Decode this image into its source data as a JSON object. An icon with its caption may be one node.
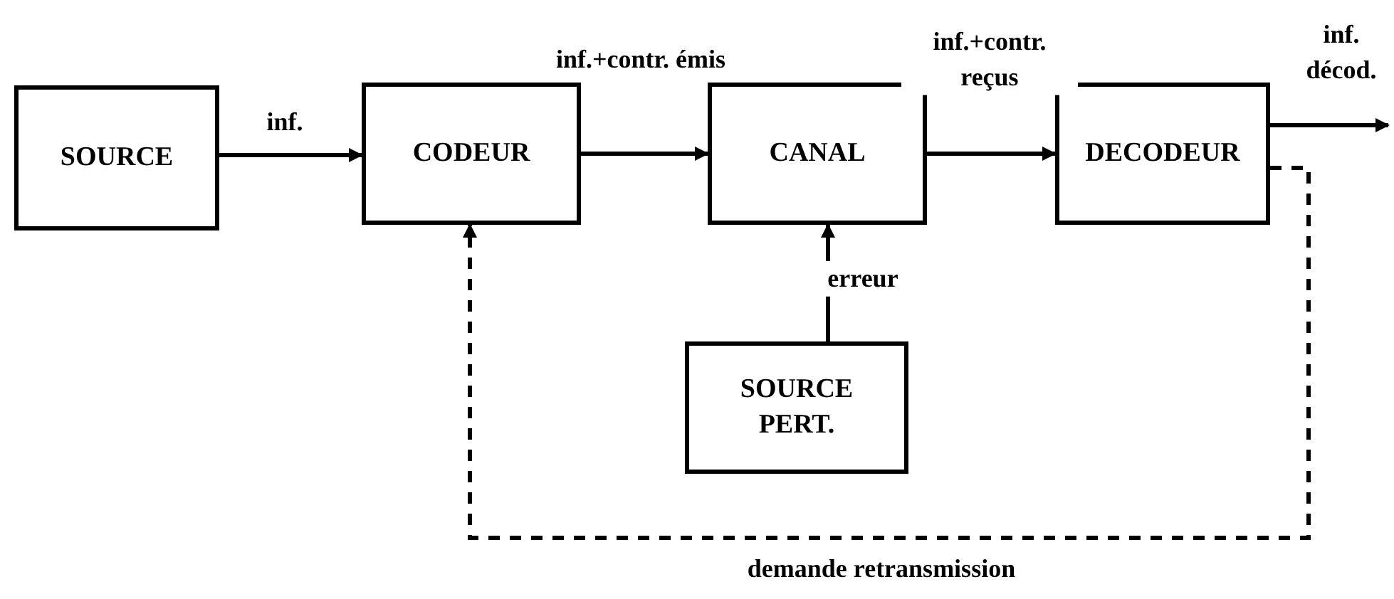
{
  "diagram": {
    "nodes": [
      {
        "text": [
          "SOURCE"
        ]
      },
      {
        "text": [
          "CODEUR"
        ]
      },
      {
        "text": [
          "CANAL"
        ]
      },
      {
        "text": [
          "DECODEUR"
        ]
      },
      {
        "text": [
          "SOURCE PERT."
        ]
      }
    ],
    "edges": [
      {
        "from": 0,
        "to": 1,
        "arrow": "to",
        "label": "inf."
      },
      {
        "from": 1,
        "to": 2,
        "arrow": "to",
        "label": "inf.+contr. émis"
      },
      {
        "from": 2,
        "to": 3,
        "arrow": "to",
        "label": "inf.+contr. reçus"
      },
      {
        "from": 3,
        "to": null,
        "arrow": "to",
        "label": "inf. décod."
      },
      {
        "from": 4,
        "to": 2,
        "arrow": "to",
        "label": "erreur"
      },
      {
        "from": 3,
        "to": 1,
        "arrow": "to",
        "label": "demande retransmission",
        "style": "dashed"
      }
    ]
  }
}
